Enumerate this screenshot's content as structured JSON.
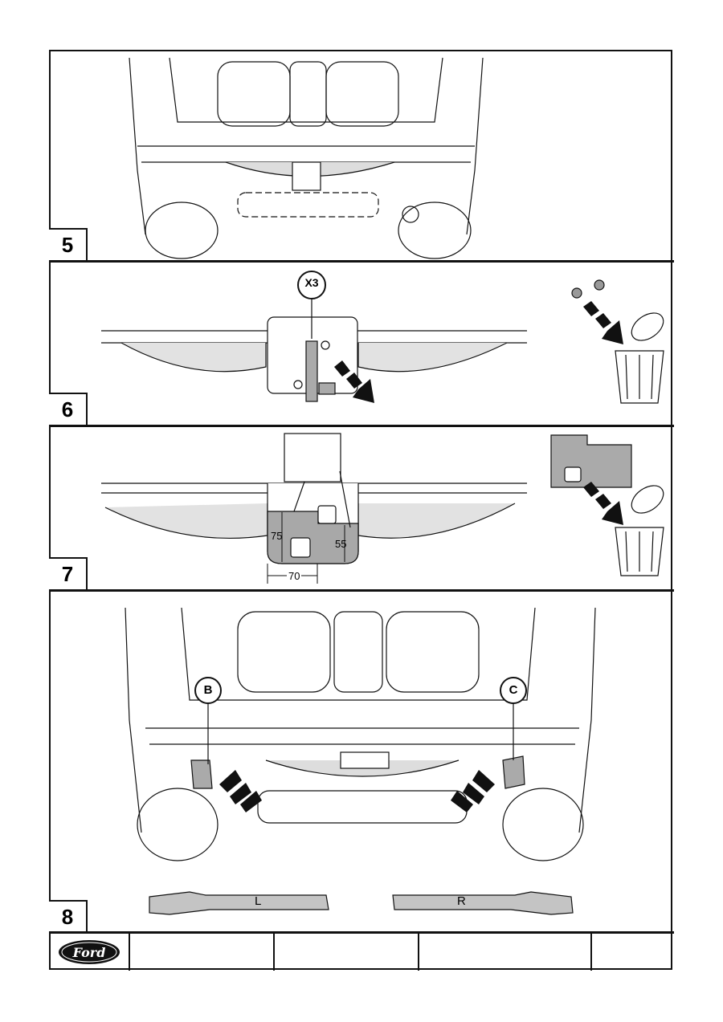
{
  "steps": [
    {
      "number": "5"
    },
    {
      "number": "6",
      "callout": "X3"
    },
    {
      "number": "7",
      "dimensions": {
        "height_left": "75",
        "height_right": "55",
        "width": "70"
      }
    },
    {
      "number": "8",
      "callout_left": "B",
      "callout_right": "C",
      "bracket_left": "L",
      "bracket_right": "R"
    }
  ],
  "footer": {
    "logo": "Ford"
  },
  "colors": {
    "line": "#111111",
    "fill_grey": "#bdbdbd",
    "cut_area": "#a8a8a8"
  }
}
